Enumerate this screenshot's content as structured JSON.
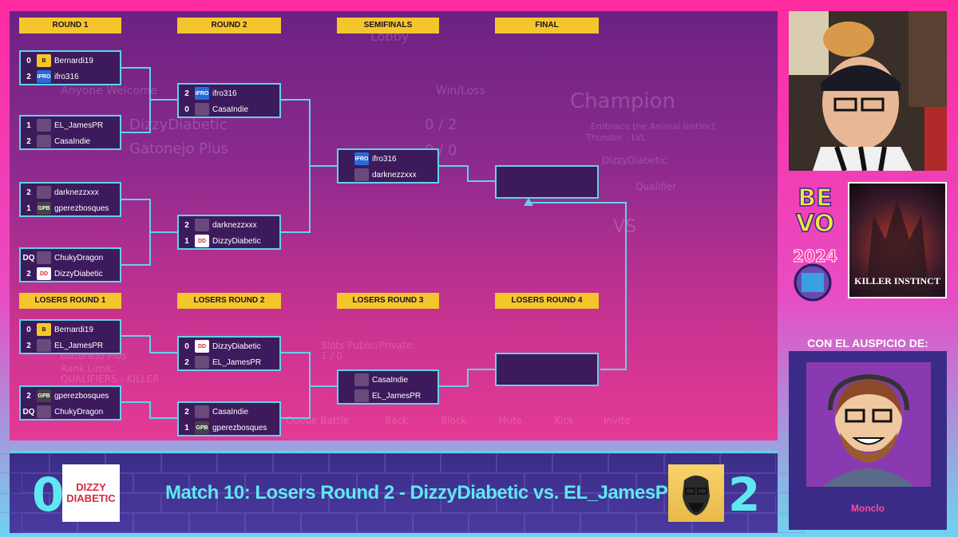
{
  "rounds": {
    "winners": [
      "ROUND 1",
      "ROUND 2",
      "SEMIFINALS",
      "FINAL"
    ],
    "losers": [
      "LOSERS ROUND 1",
      "LOSERS ROUND 2",
      "LOSERS ROUND 3",
      "LOSERS ROUND 4"
    ]
  },
  "matches": {
    "w1a": [
      {
        "score": "0",
        "name": "Bernardi19",
        "avatar": "B"
      },
      {
        "score": "2",
        "name": "ifro316",
        "avatar": "IFRO"
      }
    ],
    "w1b": [
      {
        "score": "1",
        "name": "EL_JamesPR",
        "avatar": ""
      },
      {
        "score": "2",
        "name": "CasaIndie",
        "avatar": ""
      }
    ],
    "w1c": [
      {
        "score": "2",
        "name": "darknezzxxx",
        "avatar": ""
      },
      {
        "score": "1",
        "name": "gperezbosques",
        "avatar": "GPB"
      }
    ],
    "w1d": [
      {
        "score": "DQ",
        "name": "ChukyDragon",
        "avatar": ""
      },
      {
        "score": "2",
        "name": "DizzyDiabetic",
        "avatar": "DD"
      }
    ],
    "w2a": [
      {
        "score": "2",
        "name": "ifro316",
        "avatar": "IFRO"
      },
      {
        "score": "0",
        "name": "CasaIndie",
        "avatar": ""
      }
    ],
    "w2b": [
      {
        "score": "2",
        "name": "darknezzxxx",
        "avatar": ""
      },
      {
        "score": "1",
        "name": "DizzyDiabetic",
        "avatar": "DD"
      }
    ],
    "sf": [
      {
        "score": "",
        "name": "ifro316",
        "avatar": "IFRO"
      },
      {
        "score": "",
        "name": "darknezzxxx",
        "avatar": ""
      }
    ],
    "l1a": [
      {
        "score": "0",
        "name": "Bernardi19",
        "avatar": "B"
      },
      {
        "score": "2",
        "name": "EL_JamesPR",
        "avatar": ""
      }
    ],
    "l1b": [
      {
        "score": "2",
        "name": "gperezbosques",
        "avatar": "GPB"
      },
      {
        "score": "DQ",
        "name": "ChukyDragon",
        "avatar": ""
      }
    ],
    "l2a": [
      {
        "score": "0",
        "name": "DizzyDiabetic",
        "avatar": "DD"
      },
      {
        "score": "2",
        "name": "EL_JamesPR",
        "avatar": ""
      }
    ],
    "l2b": [
      {
        "score": "2",
        "name": "CasaIndie",
        "avatar": ""
      },
      {
        "score": "1",
        "name": "gperezbosques",
        "avatar": "GPB"
      }
    ],
    "l3": [
      {
        "score": "",
        "name": "CasaIndie",
        "avatar": ""
      },
      {
        "score": "",
        "name": "EL_JamesPR",
        "avatar": ""
      }
    ]
  },
  "ghost": {
    "lobby": "Lobby",
    "anyone": "Anyone Welcome",
    "winloss": "Win/Loss",
    "player1": "DizzyDiabetic",
    "player2": "Gatonejo Plus",
    "record1": "0 / 2",
    "record2": "0 / 0",
    "champion": "Champion",
    "tagline": "Embrace the Animal Instinct",
    "thunder": "Thunder - LVL",
    "handle": "DizzyDiabetic",
    "qualifier": "Qualifier",
    "vs": "VS",
    "slots": "Slots Public/Private:",
    "slots_val": "1 / 0",
    "gatonejo": "Gatonejo Plus",
    "rank": "Rank Limit:",
    "rank_val": "QUALIFIERS - KILLER",
    "queue": "Queue Battle",
    "back": "Back",
    "block": "Block",
    "mute": "Mute",
    "kick": "Kick",
    "invite": "Invite"
  },
  "scoreboard": {
    "left_score": "0",
    "right_score": "2",
    "title": "Match 10: Losers Round 2 - DizzyDiabetic vs. EL_JamesPR",
    "left_logo_line1": "DIZZY",
    "left_logo_line2": "DIABETIC"
  },
  "event": {
    "line1": "BE",
    "line2": "VO",
    "year": "2024"
  },
  "game_logo": "KILLER INSTINCT",
  "sponsor": {
    "title": "CON EL AUSPICIO DE:",
    "name": "Monclo"
  },
  "colors": {
    "accent": "#5fd3e8",
    "label_bg": "#f5c62b",
    "match_bg": "#3d1a5c"
  }
}
